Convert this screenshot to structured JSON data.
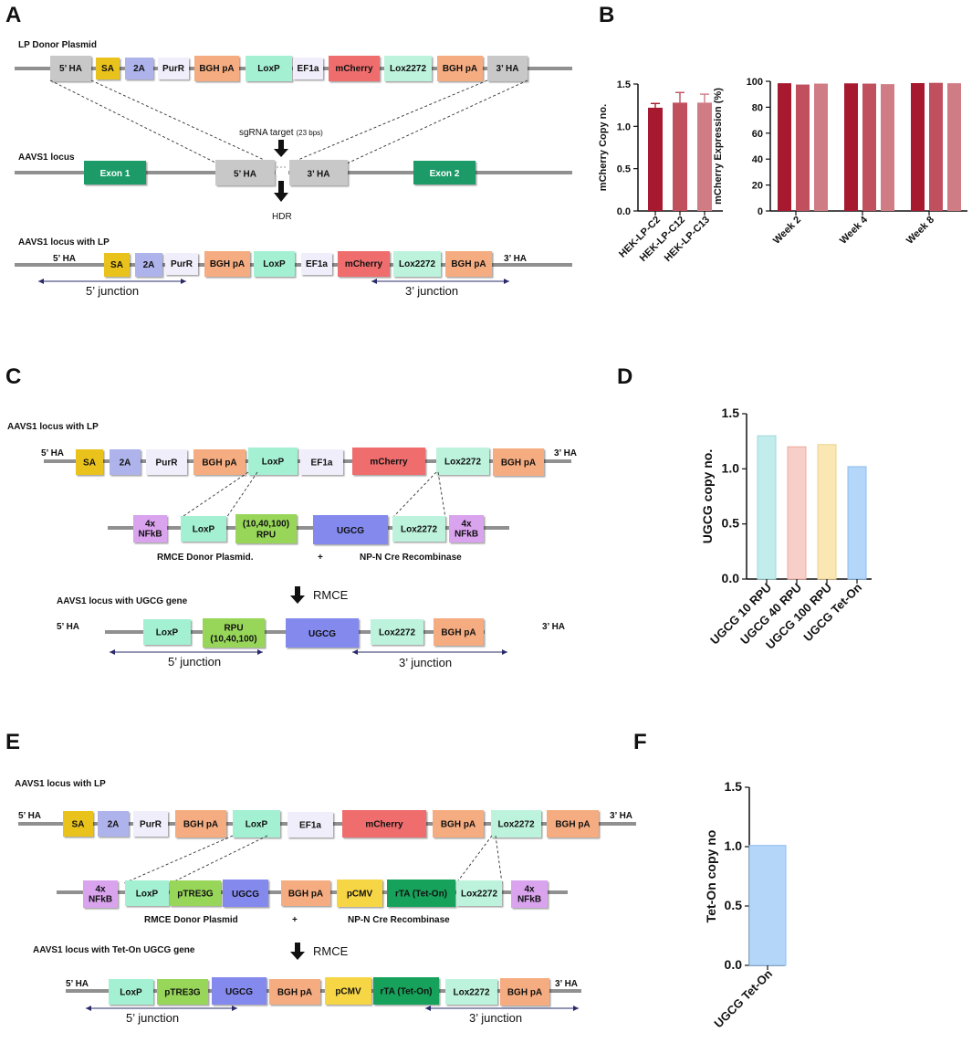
{
  "colors": {
    "ha": "#c8c8c8",
    "sa": "#e9c21f",
    "t2a": "#aeb3ec",
    "purr": "#efeefa",
    "bgh": "#f5ac80",
    "loxp": "#a3f0d2",
    "ef1a": "#efeefa",
    "mcherry": "#ef6d6d",
    "lox2272": "#bdf3dd",
    "exon": "#1e9b68",
    "nfkb": "#d9a3ee",
    "rpu": "#98d65a",
    "ugcg": "#8489ee",
    "ptre3g": "#98d65a",
    "pcmv": "#f7d645",
    "rta": "#14a25a",
    "backbone": "#909090",
    "junction": "#2a2a6a",
    "b_bar1": "#a6192e",
    "b_bar2": "#c1505e",
    "b_bar3": "#d07c85",
    "d_bar1": "#c3ecec",
    "d_bar2": "#f8cfc8",
    "d_bar3": "#fbe7b4",
    "d_bar4": "#b3d6f9",
    "f_bar": "#b3d6f9"
  },
  "panels": {
    "a": {
      "label": "A",
      "donor_title": "LP Donor Plasmid",
      "donor_blocks": [
        "5’ HA",
        "SA",
        "2A",
        "PurR",
        "BGH pA",
        "LoxP",
        "EF1a",
        "mCherry",
        "Lox2272",
        "BGH pA",
        "3’ HA"
      ],
      "sgrna": "sgRNA target",
      "sgrna_bp": "(23 bps)",
      "locus_title": "AAVS1 locus",
      "locus_blocks": [
        "Exon 1",
        "5’ HA",
        "3’ HA",
        "Exon 2"
      ],
      "hdr": "HDR",
      "lp_title": "AAVS1 locus with LP",
      "lp_left": "5’ HA",
      "lp_right": "3’ HA",
      "lp_blocks": [
        "SA",
        "2A",
        "PurR",
        "BGH pA",
        "LoxP",
        "EF1a",
        "mCherry",
        "Lox2272",
        "BGH pA"
      ],
      "junction5": "5’ junction",
      "junction3": "3’ junction"
    },
    "b": {
      "label": "B"
    },
    "c": {
      "label": "C",
      "title": "AAVS1 locus with LP",
      "left": "5’ HA",
      "right": "3’ HA",
      "lp_blocks": [
        "SA",
        "2A",
        "PurR",
        "BGH pA",
        "LoxP",
        "EF1a",
        "mCherry",
        "Lox2272",
        "BGH pA"
      ],
      "donor_blocks": [
        "4x",
        "NFkB",
        "LoxP",
        "(10,40,100)",
        "RPU",
        "UGCG",
        "Lox2272",
        "4x",
        "NFkB"
      ],
      "donor_label": "RMCE Donor Plasmid.",
      "plus": "+",
      "cre_label": "NP-N Cre Recombinase",
      "rmce": "RMCE",
      "result_title": "AAVS1 locus with UGCG gene",
      "r_left": "5’ HA",
      "r_right": "3’ HA",
      "result_blocks": [
        "LoxP",
        "RPU",
        "(10,40,100)",
        "UGCG",
        "Lox2272",
        "BGH pA"
      ],
      "junction5": "5’ junction",
      "junction3": "3’ junction"
    },
    "d": {
      "label": "D"
    },
    "e": {
      "label": "E",
      "title": "AAVS1 locus with LP",
      "left": "5’ HA",
      "right": "3’ HA",
      "lp_blocks": [
        "SA",
        "2A",
        "PurR",
        "BGH pA",
        "LoxP",
        "EF1a",
        "mCherry",
        "BGH pA",
        "Lox2272",
        "BGH pA"
      ],
      "donor_blocks": [
        "4x",
        "NFkB",
        "LoxP",
        "pTRE3G",
        "UGCG",
        "BGH pA",
        "pCMV",
        "rTA (Tet-On)",
        "Lox2272",
        "4x",
        "NFkB"
      ],
      "donor_label": "RMCE Donor Plasmid",
      "plus": "+",
      "cre_label": "NP-N Cre Recombinase",
      "result_title": "AAVS1 locus with Tet-On UGCG gene",
      "rmce": "RMCE",
      "r_left": "5’ HA",
      "r_right": "3’ HA",
      "result_blocks": [
        "LoxP",
        "pTRE3G",
        "UGCG",
        "BGH pA",
        "pCMV",
        "rTA (Tet-On)",
        "Lox2272",
        "BGH pA"
      ],
      "junction5": "5’ junction",
      "junction3": "3’ junction"
    },
    "f": {
      "label": "F"
    }
  },
  "chart_data": [
    {
      "id": "B1",
      "type": "bar",
      "ylabel": "mCherry Copy no.",
      "categories": [
        "HEK-LP-C2",
        "HEK-LP-C12",
        "HEK-LP-C13"
      ],
      "values": [
        1.22,
        1.28,
        1.28
      ],
      "errors": [
        0.05,
        0.12,
        0.1
      ],
      "ylim": [
        0,
        1.5
      ],
      "yticks": [
        "0.0",
        "0.5",
        "1.0",
        "1.5"
      ]
    },
    {
      "id": "B2",
      "type": "bar",
      "ylabel": "mCherry Expression (%)",
      "categories": [
        "Week 2",
        "Week 4",
        "Week 8"
      ],
      "series": [
        {
          "values": [
            98.5,
            98.4,
            98.6
          ]
        },
        {
          "values": [
            97.5,
            98.2,
            98.8
          ]
        },
        {
          "values": [
            98.2,
            97.8,
            98.5
          ]
        }
      ],
      "ylim": [
        0,
        100
      ],
      "yticks": [
        "0",
        "20",
        "40",
        "60",
        "80",
        "100"
      ]
    },
    {
      "id": "D",
      "type": "bar",
      "ylabel": "UGCG copy no.",
      "categories": [
        "UGCG 10 RPU",
        "UGCG 40 RPU",
        "UGCG 100 RPU",
        "UGCG Tet-On"
      ],
      "values": [
        1.3,
        1.2,
        1.22,
        1.02
      ],
      "ylim": [
        0,
        1.5
      ],
      "yticks": [
        "0.0",
        "0.5",
        "1.0",
        "1.5"
      ]
    },
    {
      "id": "F",
      "type": "bar",
      "ylabel": "Tet-On copy no",
      "categories": [
        "UGCG Tet-On"
      ],
      "values": [
        1.01
      ],
      "ylim": [
        0,
        1.5
      ],
      "yticks": [
        "0.0",
        "0.5",
        "1.0",
        "1.5"
      ]
    }
  ]
}
